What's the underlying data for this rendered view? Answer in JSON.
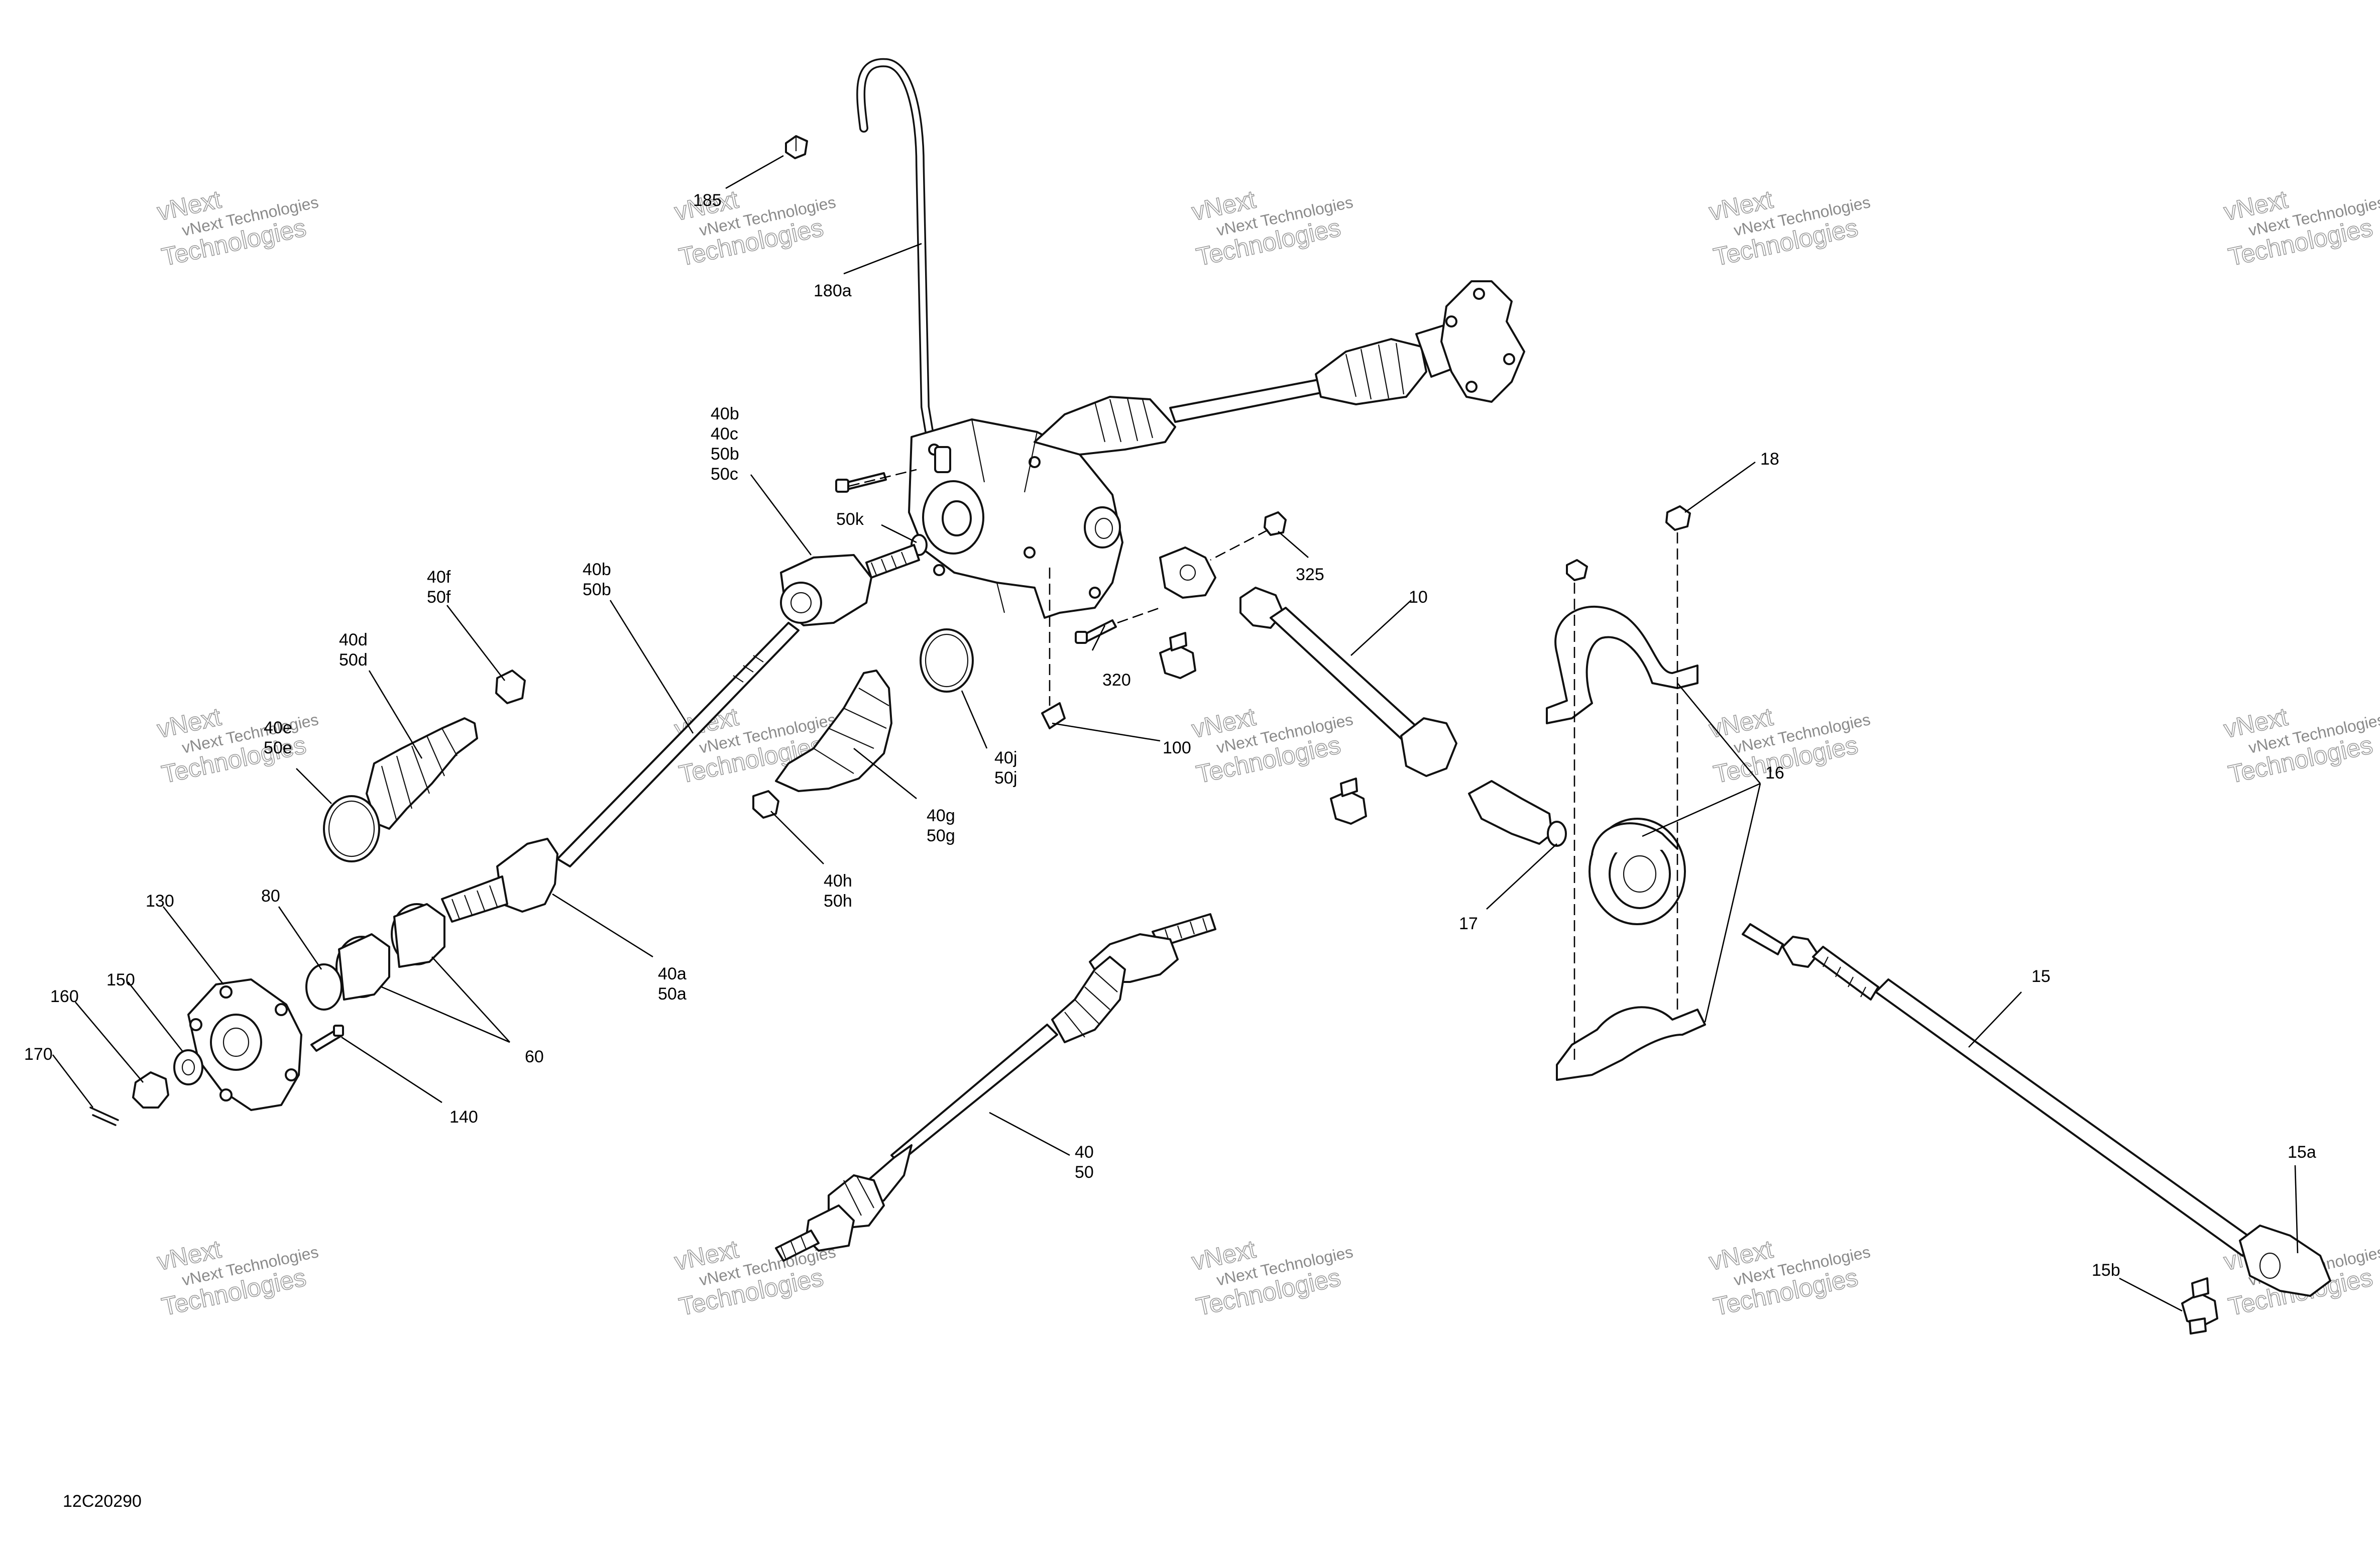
{
  "drawing": {
    "reference": "12C20290",
    "watermark_line1": "vNext Technologies",
    "watermark_line2": "Technologies",
    "watermark_top": "vNext"
  },
  "callouts": {
    "c10": "10",
    "c15": "15",
    "c15a": "15a",
    "c15b": "15b",
    "c16": "16",
    "c17": "17",
    "c18": "18",
    "c40_50_1": "40",
    "c40_50_2": "50",
    "c40a": "40a",
    "c50a": "50a",
    "c40b_top_1": "40b",
    "c40b_top_2": "40c",
    "c40b_top_3": "50b",
    "c40b_top_4": "50c",
    "c40b_1": "40b",
    "c40b_2": "50b",
    "c40d_1": "40d",
    "c40d_2": "50d",
    "c40e_1": "40e",
    "c40e_2": "50e",
    "c40f_1": "40f",
    "c40f_2": "50f",
    "c40g_1": "40g",
    "c40g_2": "50g",
    "c40h_1": "40h",
    "c40h_2": "50h",
    "c40j_1": "40j",
    "c40j_2": "50j",
    "c50k": "50k",
    "c60": "60",
    "c80": "80",
    "c100": "100",
    "c130": "130",
    "c140": "140",
    "c150": "150",
    "c160": "160",
    "c170": "170",
    "c180a": "180a",
    "c185": "185",
    "c320": "320",
    "c325": "325"
  }
}
